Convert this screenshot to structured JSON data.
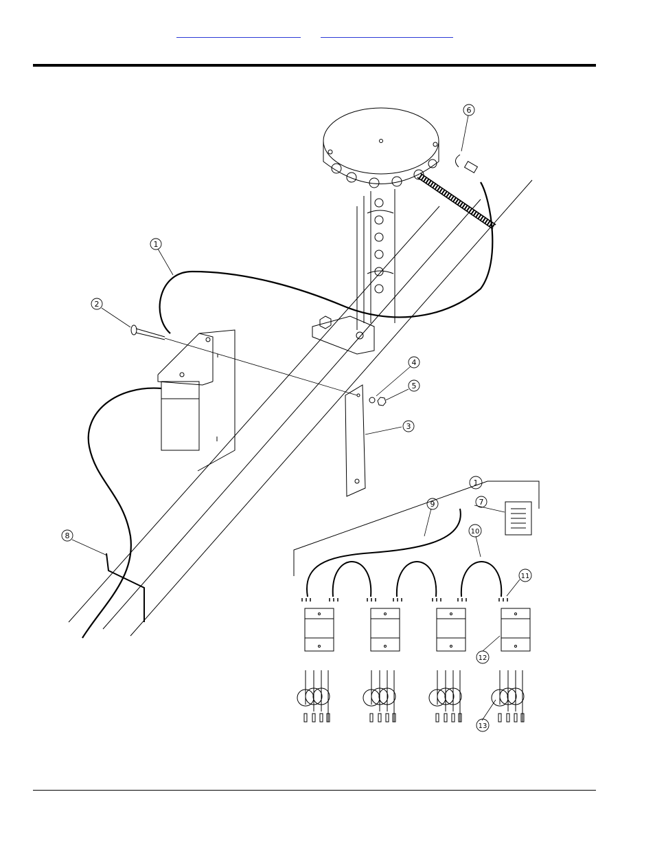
{
  "header": {
    "links": [
      {
        "label": ""
      },
      {
        "label": ""
      }
    ]
  },
  "diagram": {
    "callouts": [
      "1",
      "2",
      "3",
      "4",
      "5",
      "6",
      "7",
      "8",
      "9",
      "10",
      "11",
      "12",
      "13",
      "1"
    ]
  },
  "colors": {
    "link": "#2a39d6",
    "ink": "#000000"
  }
}
